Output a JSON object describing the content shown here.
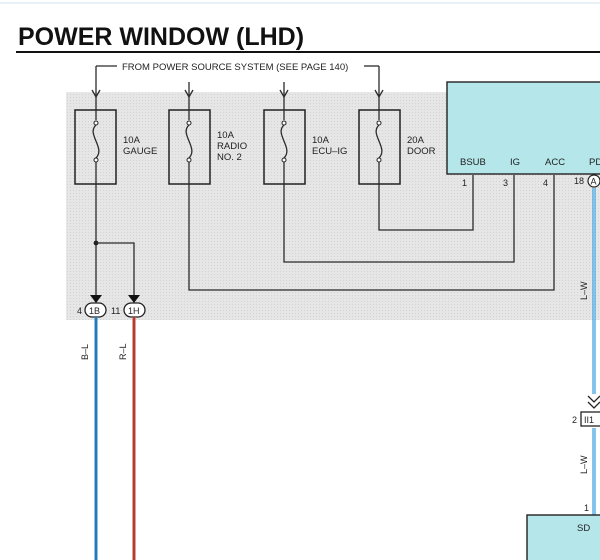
{
  "title": "POWER WINDOW (LHD)",
  "source_note": "FROM POWER SOURCE SYSTEM (SEE PAGE 140)",
  "fuses": [
    {
      "line1": "10A",
      "line2": "GAUGE",
      "line3": ""
    },
    {
      "line1": "10A",
      "line2": "RADIO",
      "line3": "NO. 2"
    },
    {
      "line1": "10A",
      "line2": "ECU–IG",
      "line3": ""
    },
    {
      "line1": "20A",
      "line2": "DOOR",
      "line3": ""
    }
  ],
  "module_terminals": [
    "BSUB",
    "IG",
    "ACC",
    "PD"
  ],
  "module_pins": [
    "1",
    "3",
    "4"
  ],
  "module_right_pin": "18",
  "module_right_connector": "A",
  "left_connectors": [
    {
      "pin": "4",
      "code": "1B"
    },
    {
      "pin": "11",
      "code": "1H"
    }
  ],
  "wire_colors": {
    "left_a": "B–L",
    "left_b": "R–L",
    "right_top": "L–W",
    "right_bottom": "L–W"
  },
  "junction_pin": "2",
  "junction_code": "II1",
  "bottom_pin": "1",
  "bottom_box_label": "SD",
  "colors": {
    "blue_wire": "#3a9fe0",
    "red_wire": "#e05a48",
    "module_fill": "#b4e6ea",
    "shade": "#e2e2e2"
  }
}
